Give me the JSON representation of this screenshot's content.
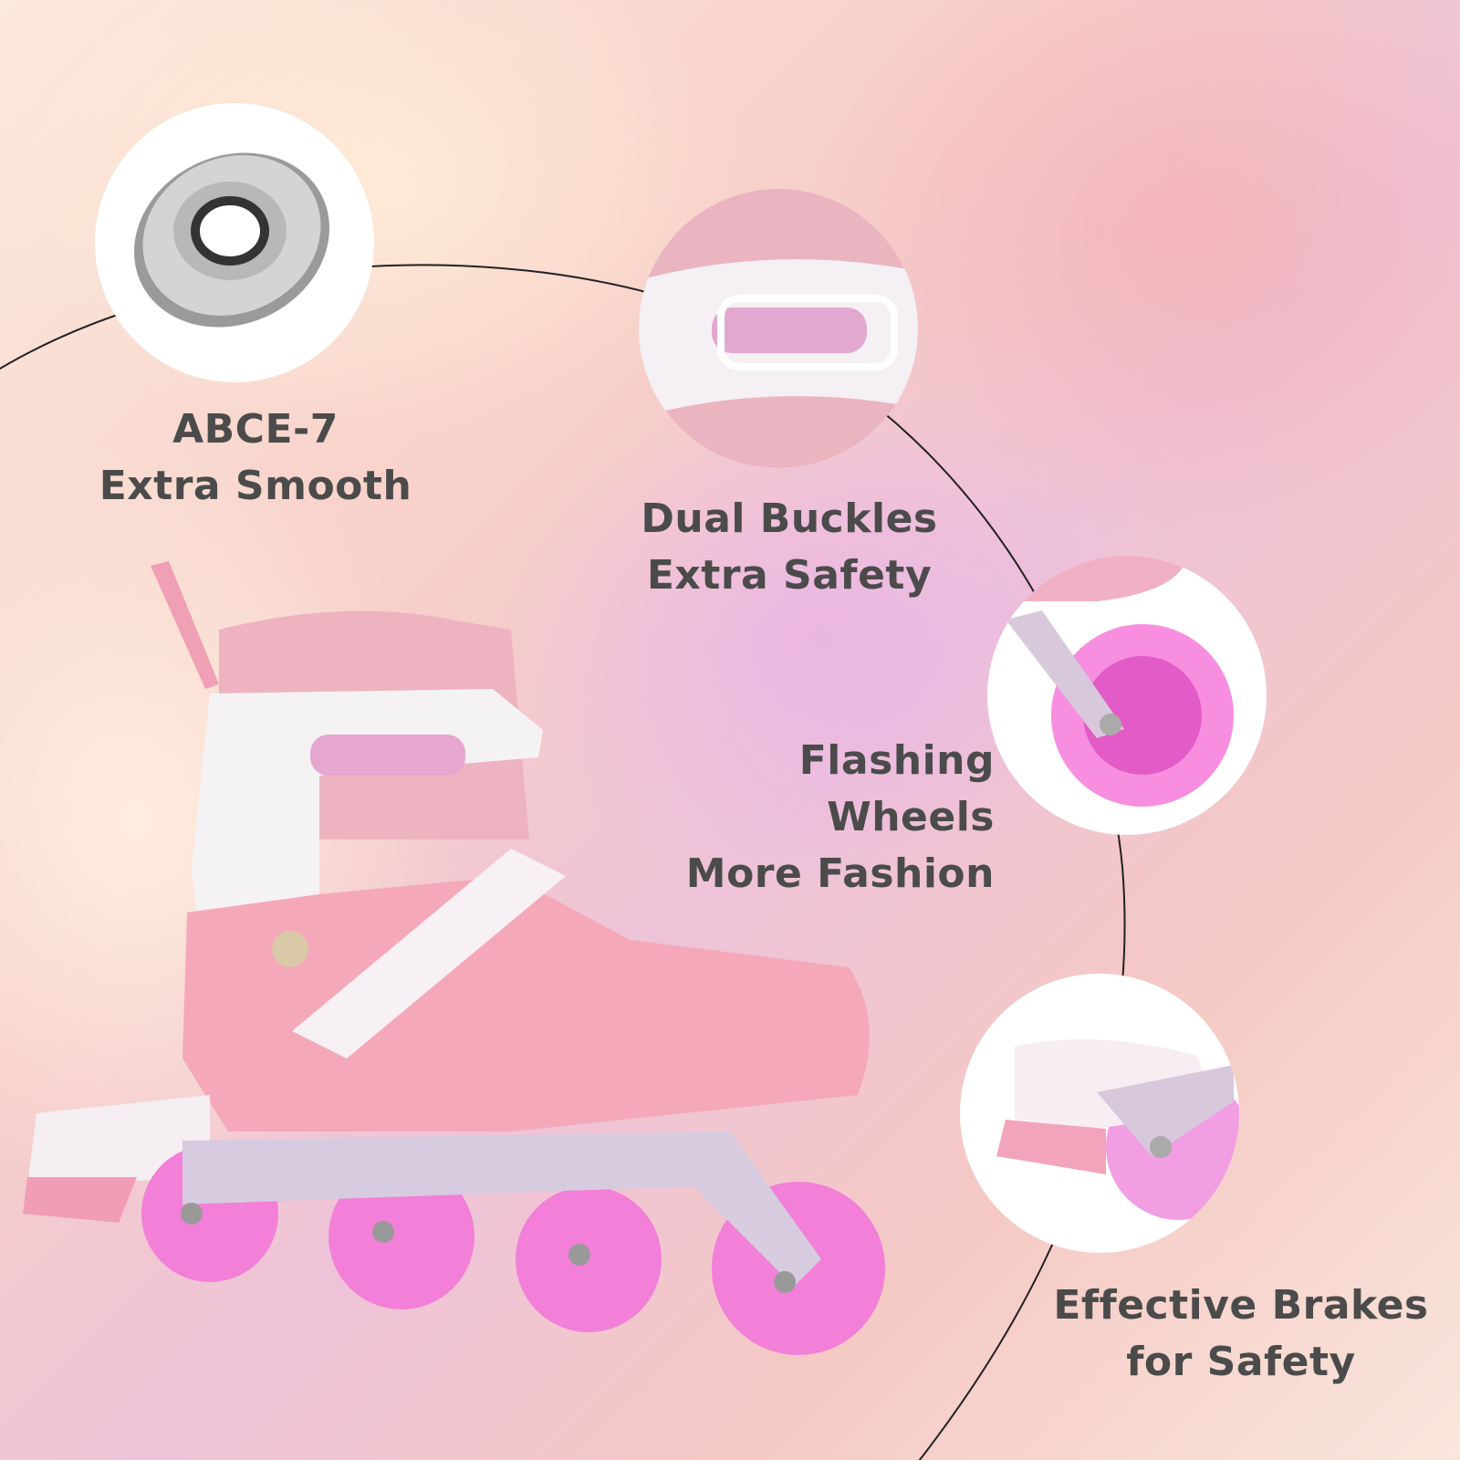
{
  "features": [
    {
      "line1": "ABCE-7",
      "line2": "Extra Smooth",
      "image": "bearing"
    },
    {
      "line1": "Dual Buckles",
      "line2": "Extra Safety",
      "image": "buckle"
    },
    {
      "line1": "Flashing Wheels",
      "line2": "More Fashion",
      "image": "wheel"
    },
    {
      "line1": "Effective Brakes",
      "line2": "for Safety",
      "image": "brake"
    }
  ],
  "colors": {
    "text": "#4b4b4b",
    "pink": "#f3a9bd",
    "wheel": "#f07ad6"
  }
}
